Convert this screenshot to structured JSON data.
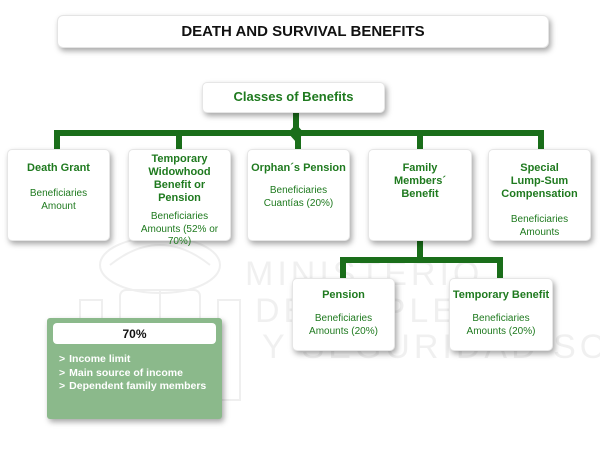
{
  "title": "DEATH AND SURVIVAL BENEFITS",
  "root": {
    "label": "Classes of Benefits"
  },
  "benefits": [
    {
      "title": [
        "Death Grant"
      ],
      "details": [
        "Beneficiaries",
        "Amount"
      ]
    },
    {
      "title": [
        "Temporary",
        "Widowhood",
        "Benefit or",
        "Pension"
      ],
      "details": [
        "Beneficiaries",
        "Amounts (52% or 70%)"
      ]
    },
    {
      "title": [
        "Orphan´s Pension"
      ],
      "details": [
        "Beneficiaries",
        "Cuantías (20%)"
      ]
    },
    {
      "title": [
        "Family",
        "Members´",
        "Benefit"
      ],
      "details": []
    },
    {
      "title": [
        "Special",
        "Lump-Sum",
        "Compensation"
      ],
      "details": [
        "Beneficiaries",
        "Amounts"
      ]
    }
  ],
  "family_children": [
    {
      "title": "Pension",
      "details": [
        "Beneficiaries",
        "Amounts (20%)"
      ]
    },
    {
      "title": "Temporary Benefit",
      "details": [
        "Beneficiaries",
        "Amounts (20%)"
      ]
    }
  ],
  "panel": {
    "heading": "70%",
    "bullet": ">",
    "items": [
      "Income limit",
      "Main source of income",
      "Dependent family members"
    ]
  },
  "watermark": {
    "lines": [
      "MINISTERIO",
      "DE EMPLEO",
      "Y SEGURIDAD SOCIAL"
    ]
  },
  "colors": {
    "connector": "#1a6e1a",
    "box_text": "#1f7a1f",
    "panel_bg": "#8bb98b"
  }
}
